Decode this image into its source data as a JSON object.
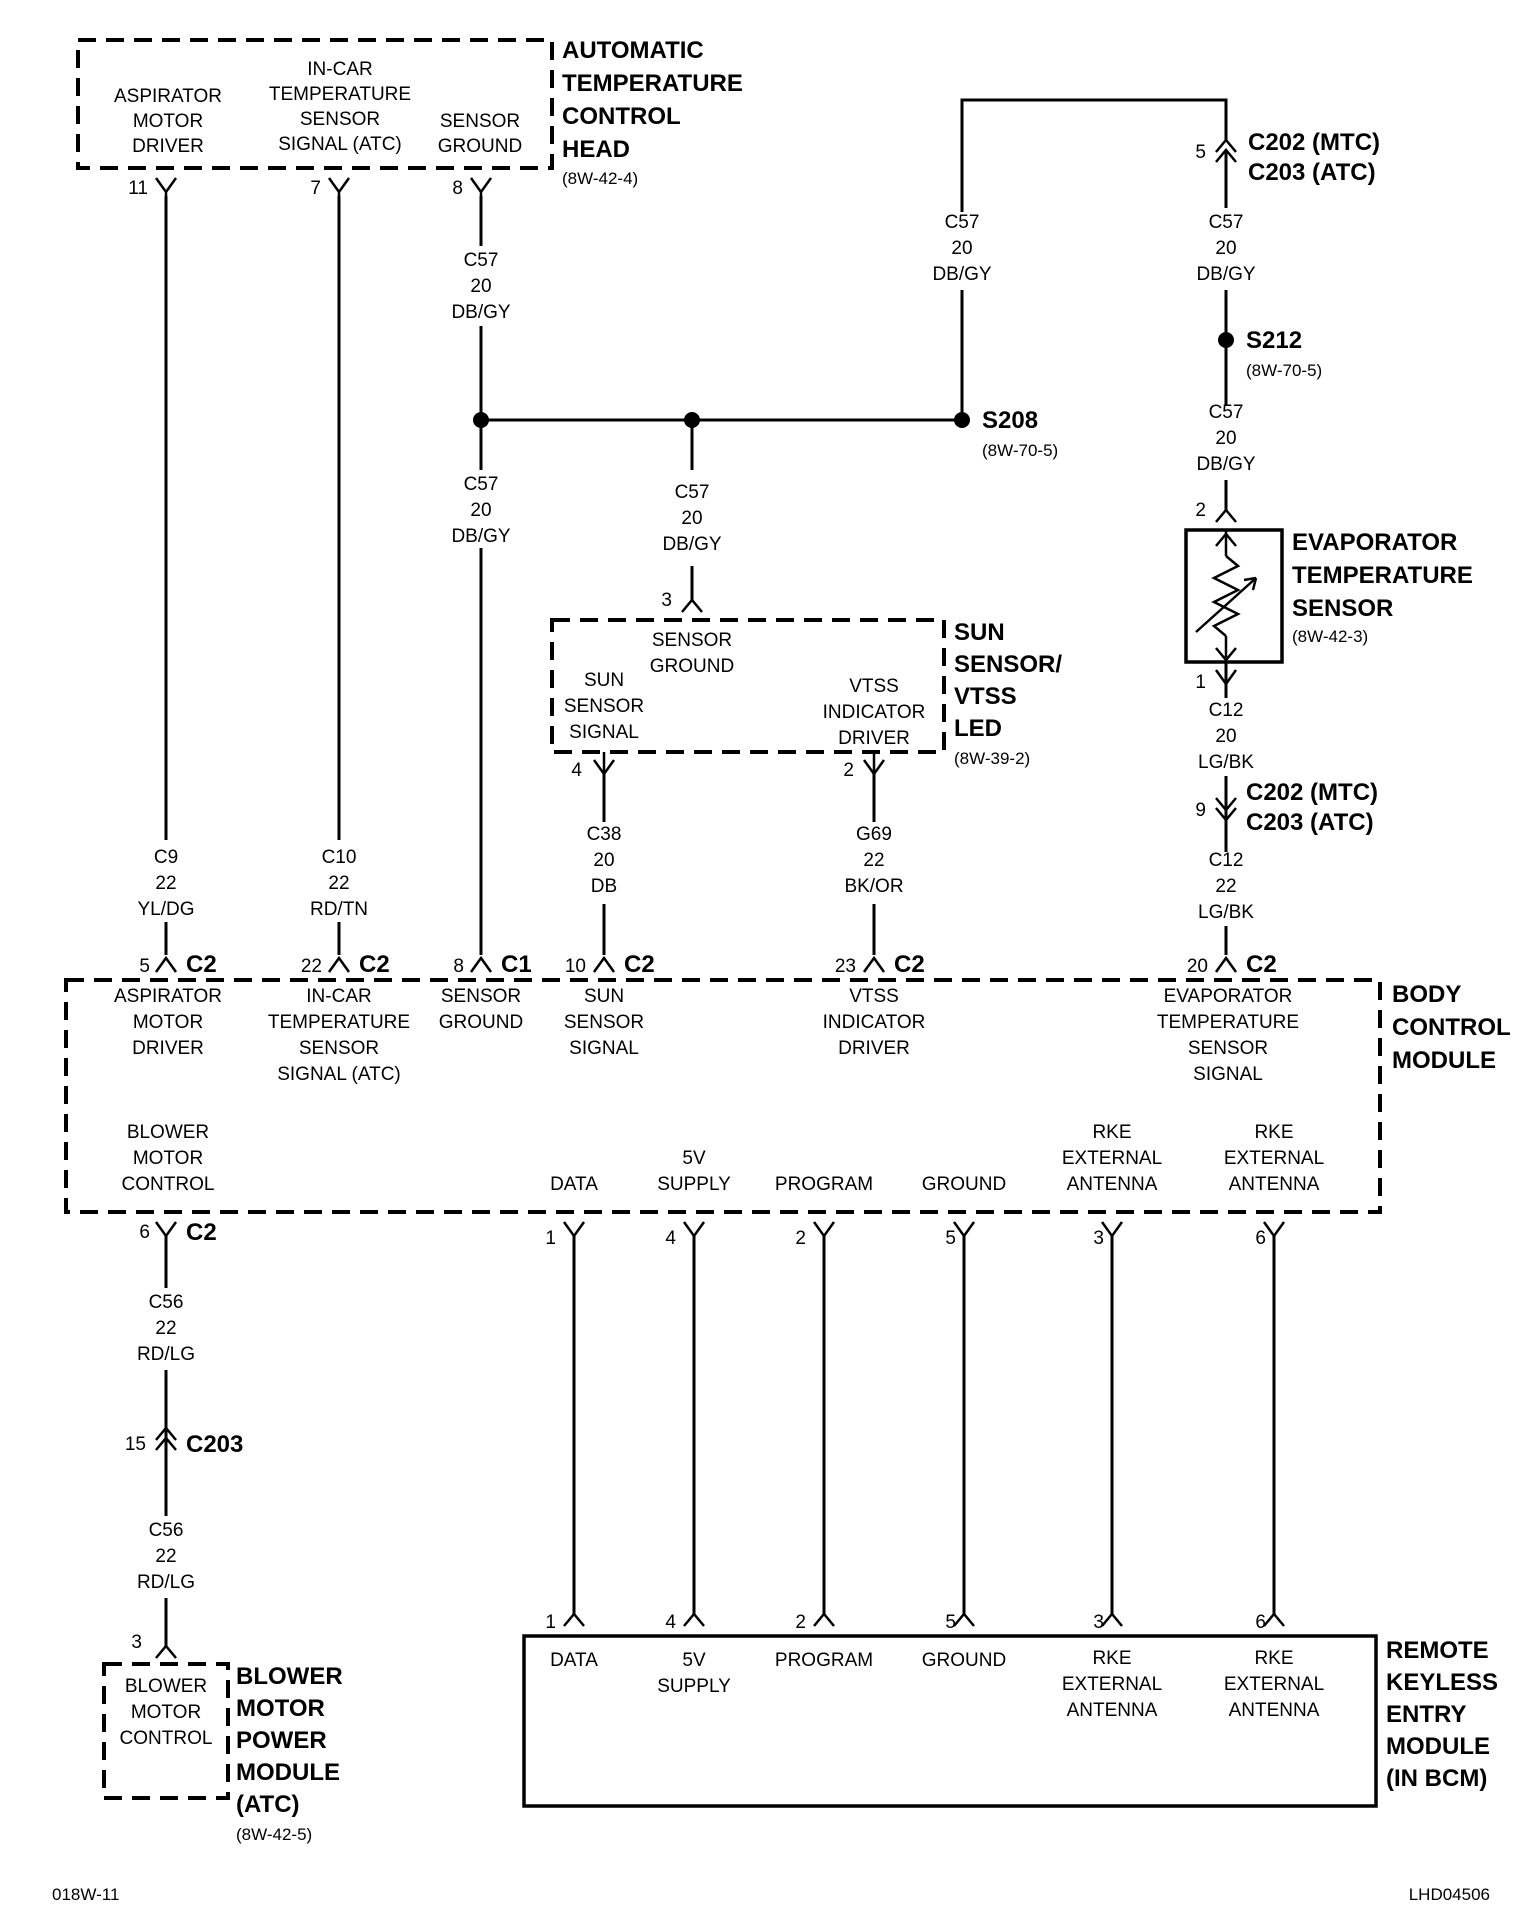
{
  "atc_head": {
    "title": [
      "AUTOMATIC",
      "TEMPERATURE",
      "CONTROL",
      "HEAD"
    ],
    "ref": "(8W-42-4)",
    "pins": [
      {
        "pin": "11",
        "label": [
          "ASPIRATOR",
          "MOTOR",
          "DRIVER"
        ]
      },
      {
        "pin": "7",
        "label": [
          "IN-CAR",
          "TEMPERATURE",
          "SENSOR",
          "SIGNAL (ATC)"
        ]
      },
      {
        "pin": "8",
        "label": [
          "SENSOR",
          "GROUND"
        ]
      }
    ]
  },
  "connectors": {
    "c202_top": [
      "C202 (MTC)",
      "C203 (ATC)"
    ],
    "c202_top_pin": "5",
    "c202_mid": [
      "C202 (MTC)",
      "C203 (ATC)"
    ],
    "c202_mid_pin": "9",
    "c203": "C203",
    "c203_pin": "15"
  },
  "splices": [
    {
      "name": "S212",
      "ref": "(8W-70-5)"
    },
    {
      "name": "S208",
      "ref": "(8W-70-5)"
    }
  ],
  "wires": {
    "c57": [
      "C57",
      "20",
      "DB/GY"
    ],
    "c9": [
      "C9",
      "22",
      "YL/DG"
    ],
    "c10": [
      "C10",
      "22",
      "RD/TN"
    ],
    "c38": [
      "C38",
      "20",
      "DB"
    ],
    "g69": [
      "G69",
      "22",
      "BK/OR"
    ],
    "c12_20": [
      "C12",
      "20",
      "LG/BK"
    ],
    "c12_22": [
      "C12",
      "22",
      "LG/BK"
    ],
    "c56": [
      "C56",
      "22",
      "RD/LG"
    ]
  },
  "evap_sensor": {
    "title": [
      "EVAPORATOR",
      "TEMPERATURE",
      "SENSOR"
    ],
    "ref": "(8W-42-3)",
    "pin_top": "2",
    "pin_bottom": "1"
  },
  "sun_sensor": {
    "title": [
      "SUN",
      "SENSOR/",
      "VTSS",
      "LED"
    ],
    "ref": "(8W-39-2)",
    "ground_pin": "3",
    "ground_label": [
      "SENSOR",
      "GROUND"
    ],
    "signal_pin": "4",
    "signal_label": [
      "SUN",
      "SENSOR",
      "SIGNAL"
    ],
    "driver_pin": "2",
    "driver_label": [
      "VTSS",
      "INDICATOR",
      "DRIVER"
    ]
  },
  "bcm": {
    "title": [
      "BODY",
      "CONTROL",
      "MODULE"
    ],
    "top_pins": [
      {
        "pin": "5",
        "conn": "C2",
        "label": [
          "ASPIRATOR",
          "MOTOR",
          "DRIVER"
        ]
      },
      {
        "pin": "22",
        "conn": "C2",
        "label": [
          "IN-CAR",
          "TEMPERATURE",
          "SENSOR",
          "SIGNAL (ATC)"
        ]
      },
      {
        "pin": "8",
        "conn": "C1",
        "label": [
          "SENSOR",
          "GROUND"
        ]
      },
      {
        "pin": "10",
        "conn": "C2",
        "label": [
          "SUN",
          "SENSOR",
          "SIGNAL"
        ]
      },
      {
        "pin": "23",
        "conn": "C2",
        "label": [
          "VTSS",
          "INDICATOR",
          "DRIVER"
        ]
      },
      {
        "pin": "20",
        "conn": "C2",
        "label": [
          "EVAPORATOR",
          "TEMPERATURE",
          "SENSOR",
          "SIGNAL"
        ]
      }
    ],
    "bottom_pins": [
      {
        "pin": "6",
        "conn": "C2",
        "label": [
          "BLOWER",
          "MOTOR",
          "CONTROL"
        ]
      },
      {
        "pin": "1",
        "label": [
          "DATA"
        ]
      },
      {
        "pin": "4",
        "label": [
          "5V",
          "SUPPLY"
        ]
      },
      {
        "pin": "2",
        "label": [
          "PROGRAM"
        ]
      },
      {
        "pin": "5",
        "label": [
          "GROUND"
        ]
      },
      {
        "pin": "3",
        "label": [
          "RKE",
          "EXTERNAL",
          "ANTENNA"
        ]
      },
      {
        "pin": "6",
        "label": [
          "RKE",
          "EXTERNAL",
          "ANTENNA"
        ]
      }
    ]
  },
  "rke": {
    "title": [
      "REMOTE",
      "KEYLESS",
      "ENTRY",
      "MODULE",
      "(IN BCM)"
    ],
    "pins": [
      {
        "pin": "1",
        "label": [
          "DATA"
        ]
      },
      {
        "pin": "4",
        "label": [
          "5V",
          "SUPPLY"
        ]
      },
      {
        "pin": "2",
        "label": [
          "PROGRAM"
        ]
      },
      {
        "pin": "5",
        "label": [
          "GROUND"
        ]
      },
      {
        "pin": "3",
        "label": [
          "RKE",
          "EXTERNAL",
          "ANTENNA"
        ]
      },
      {
        "pin": "6",
        "label": [
          "RKE",
          "EXTERNAL",
          "ANTENNA"
        ]
      }
    ]
  },
  "blower": {
    "title": [
      "BLOWER",
      "MOTOR",
      "POWER",
      "MODULE",
      "(ATC)"
    ],
    "ref": "(8W-42-5)",
    "pin": "3",
    "label": [
      "BLOWER",
      "MOTOR",
      "CONTROL"
    ]
  },
  "footer": {
    "left": "018W-11",
    "right": "LHD04506"
  }
}
